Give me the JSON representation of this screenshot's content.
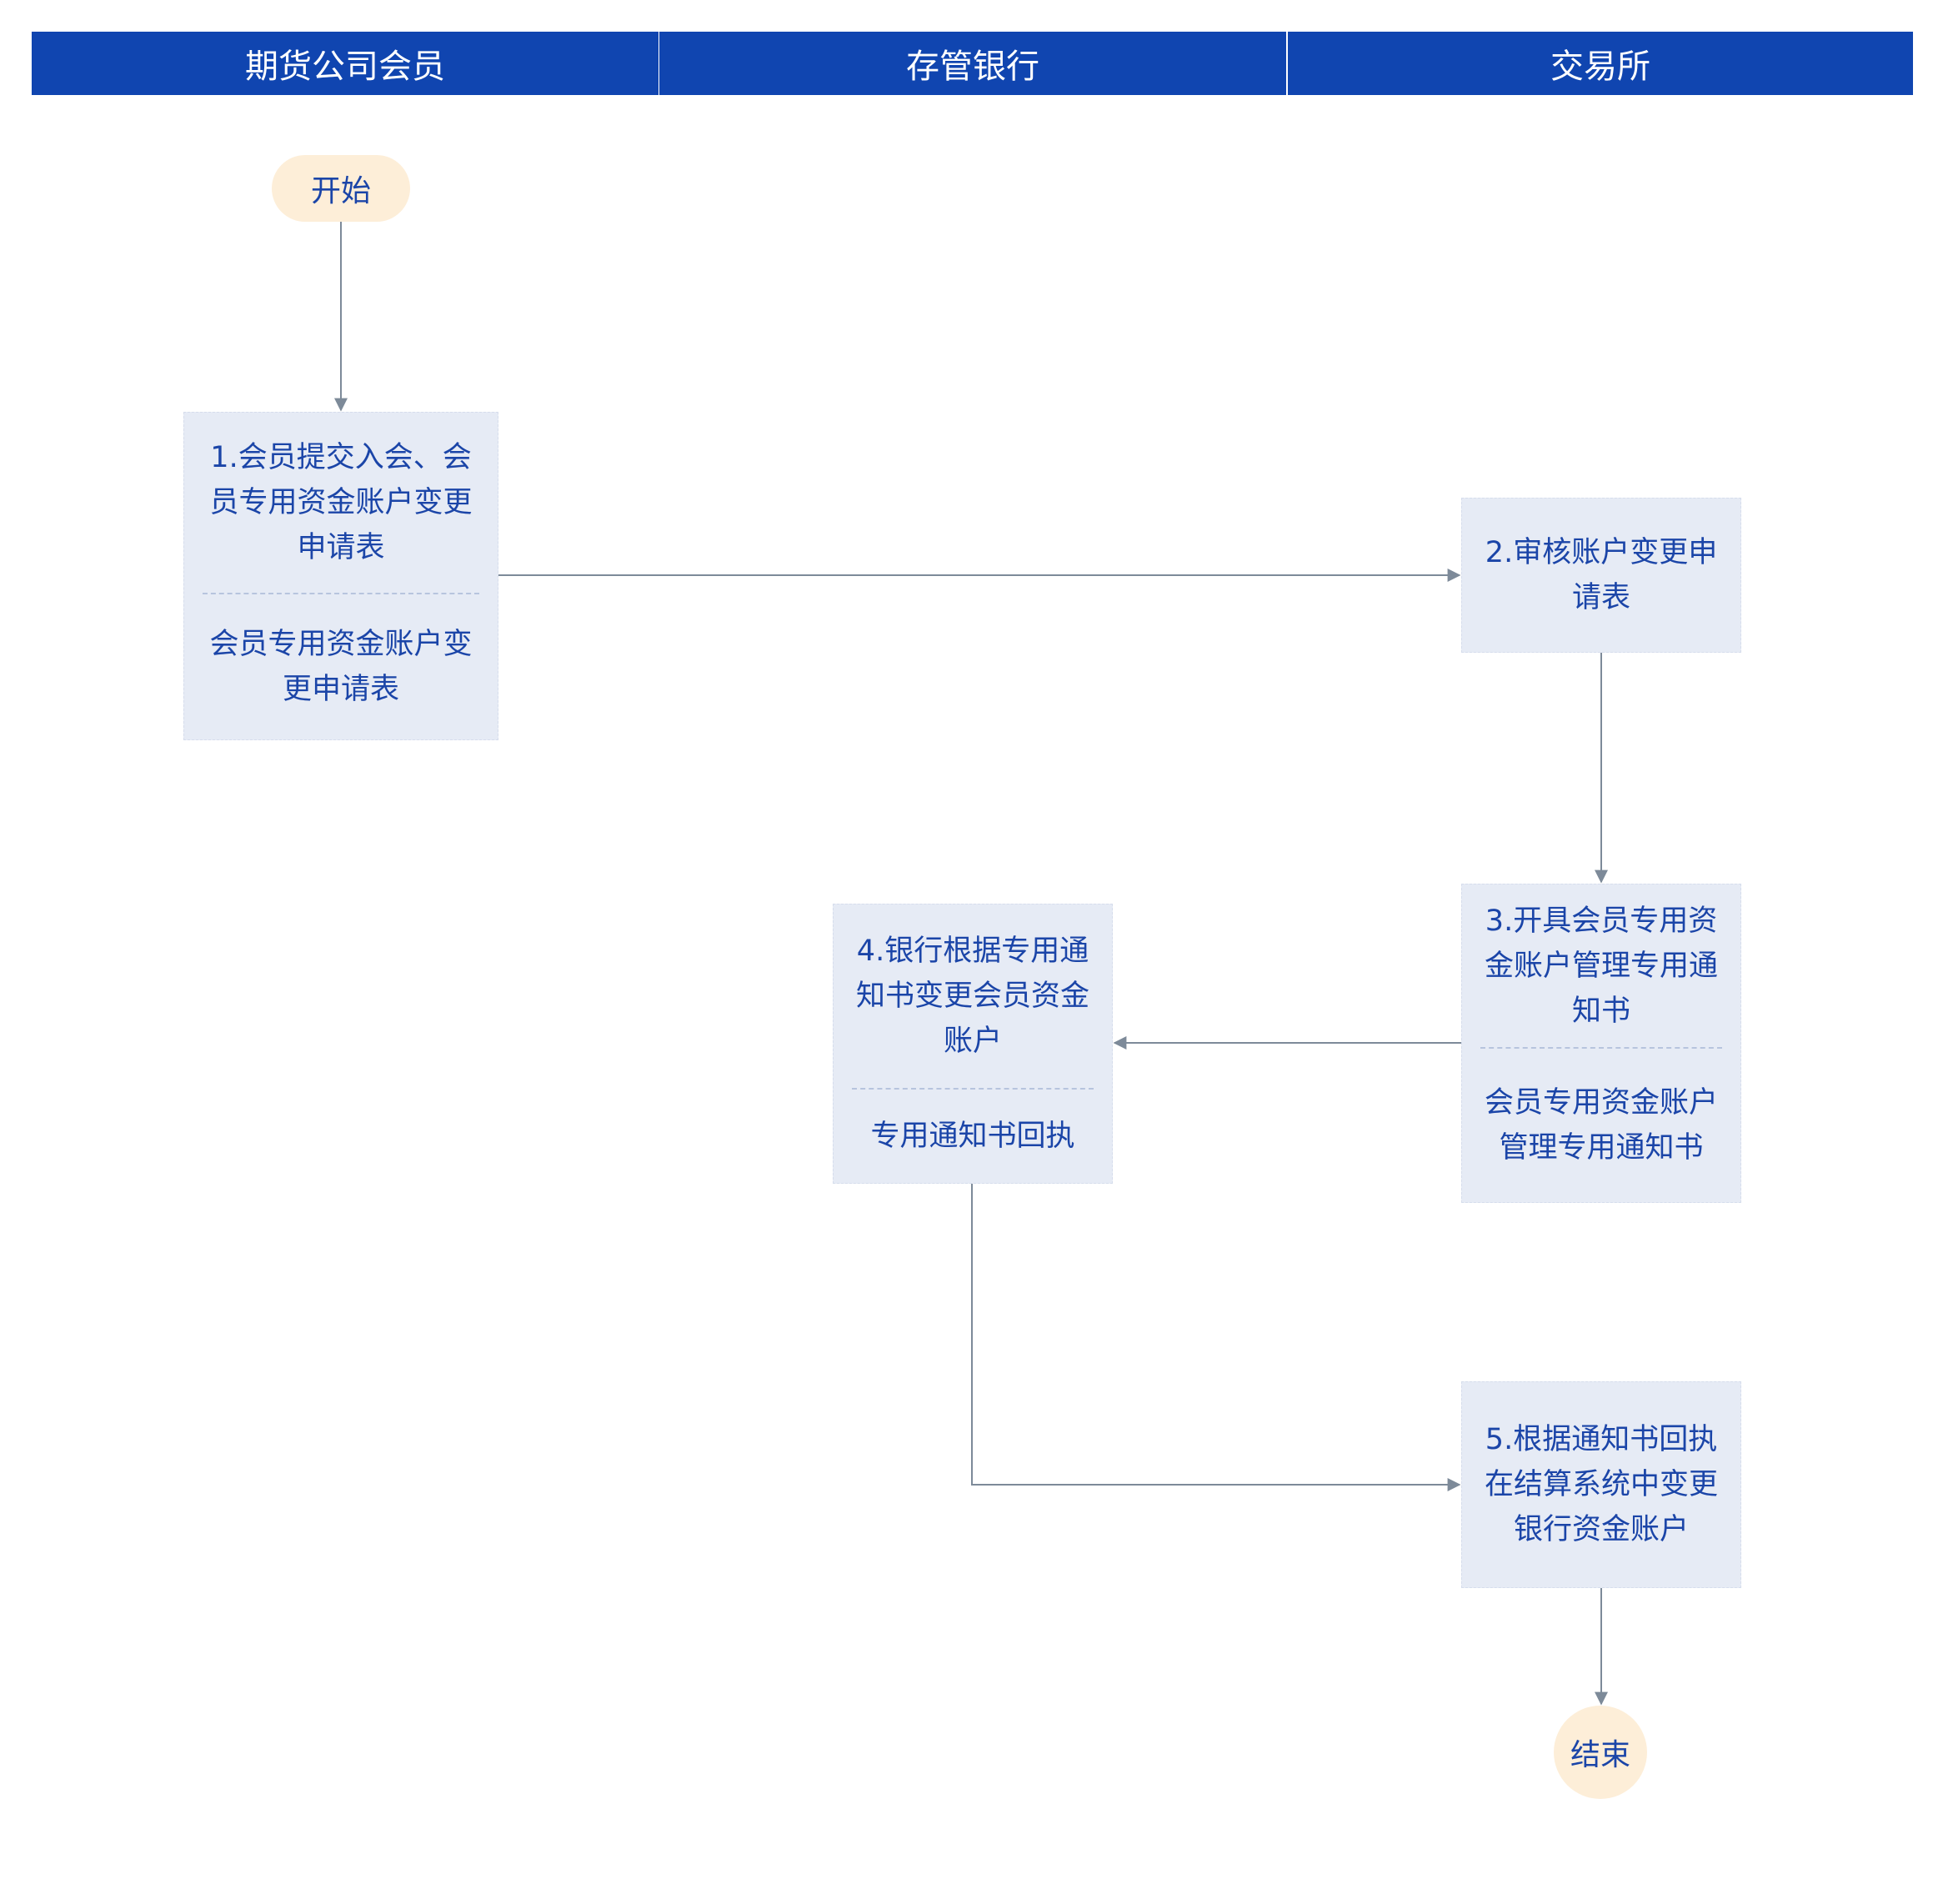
{
  "lanes": {
    "lane1": "期货公司会员",
    "lane2": "存管银行",
    "lane3": "交易所"
  },
  "nodes": {
    "start": "开始",
    "end": "结束",
    "step1": {
      "title": "1.会员提交入会、会员专用资金账户变更申请表",
      "doc": "会员专用资金账户变更申请表"
    },
    "step2": {
      "title": "2.审核账户变更申请表"
    },
    "step3": {
      "title": "3.开具会员专用资金账户管理专用通知书",
      "doc": "会员专用资金账户管理专用通知书"
    },
    "step4": {
      "title": "4.银行根据专用通知书变更会员资金账户",
      "doc": "专用通知书回执"
    },
    "step5": {
      "title": "5.根据通知书回执在结算系统中变更银行资金账户"
    }
  },
  "colors": {
    "header_bg": "#1045b0",
    "header_text": "#ffffff",
    "process_bg": "#e6ebf5",
    "process_text": "#1b45a8",
    "terminal_bg": "#fdeed8",
    "connector": "#7d8a99"
  }
}
